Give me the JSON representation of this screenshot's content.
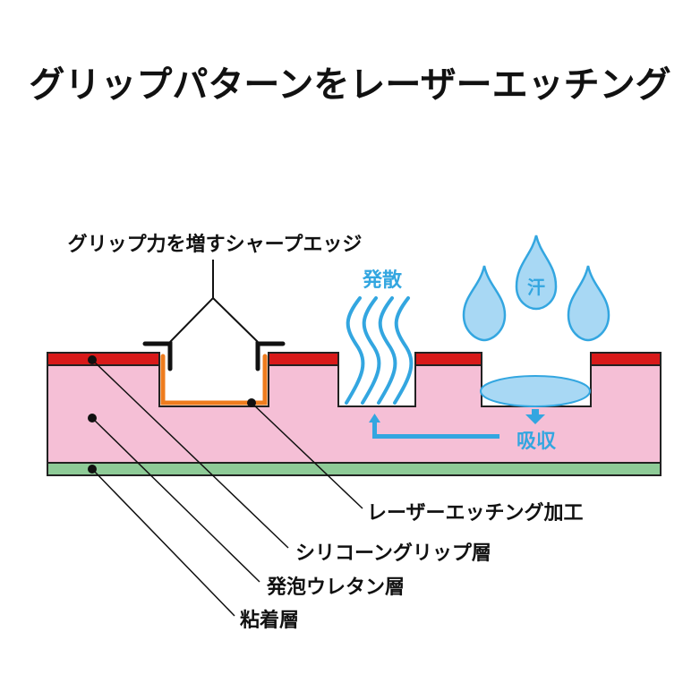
{
  "title": "グリップパターンをレーザーエッチング",
  "labels": {
    "sharp_edge": "グリップ力を増すシャープエッジ",
    "diffusion": "発散",
    "sweat": "汗",
    "absorption": "吸収",
    "laser_etching": "レーザーエッチング加工",
    "silicone_layer": "シリコーングリップ層",
    "urethane_layer": "発泡ウレタン層",
    "adhesive_layer": "粘着層"
  },
  "colors": {
    "silicone": "#d81a1a",
    "urethane": "#f5bfd6",
    "adhesive": "#8ecb97",
    "etching": "#ee7c1e",
    "water": "#33a6e0",
    "water_fill": "#a8d8f4"
  }
}
